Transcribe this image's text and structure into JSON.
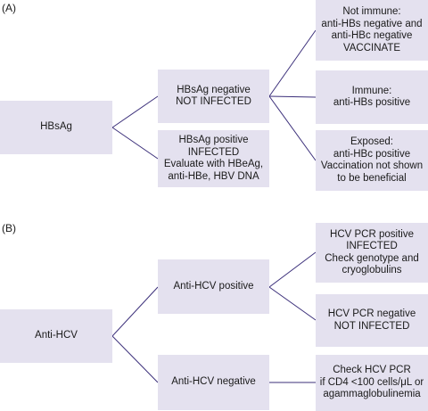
{
  "panel_a": {
    "label": "(A)",
    "root": "HBsAg",
    "negative": [
      "HBsAg negative",
      "NOT INFECTED"
    ],
    "positive": [
      "HBsAg positive",
      "INFECTED",
      "Evaluate with HBeAg,",
      "anti-HBe, HBV DNA"
    ],
    "not_immune": [
      "Not immune:",
      "anti-HBs negative and",
      "anti-HBc negative",
      "VACCINATE"
    ],
    "immune": [
      "Immune:",
      "anti-HBs positive"
    ],
    "exposed": [
      "Exposed:",
      "anti-HBc positive",
      "Vaccination not shown",
      "to be beneficial"
    ]
  },
  "panel_b": {
    "label": "(B)",
    "root": "Anti-HCV",
    "positive": [
      "Anti-HCV positive"
    ],
    "negative": [
      "Anti-HCV negative"
    ],
    "pcr_positive": [
      "HCV PCR positive",
      "INFECTED",
      "Check genotype and",
      "cryoglobulins"
    ],
    "pcr_negative": [
      "HCV PCR negative",
      "NOT INFECTED"
    ],
    "check_pcr": [
      "Check HCV PCR",
      "if CD4 <100 cells/μL or",
      "agammaglobulinemia"
    ]
  }
}
